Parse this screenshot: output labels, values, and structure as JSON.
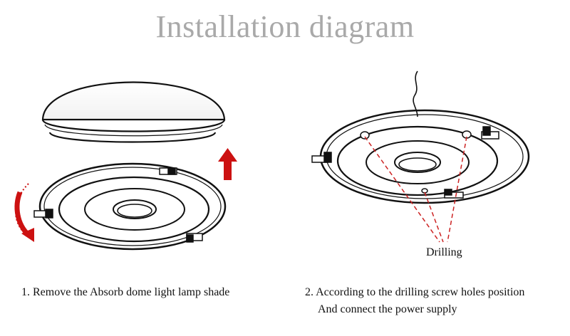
{
  "title": "Installation diagram",
  "steps": [
    {
      "text": "1. Remove the Absorb dome light lamp shade"
    },
    {
      "text": "2. According to the drilling screw holes position",
      "line2": "And connect the power supply"
    }
  ],
  "drilling_label": "Drilling",
  "colors": {
    "title": "#a9a9a9",
    "arrow": "#cc1111",
    "guide": "#cc2222",
    "ink": "#111111"
  }
}
